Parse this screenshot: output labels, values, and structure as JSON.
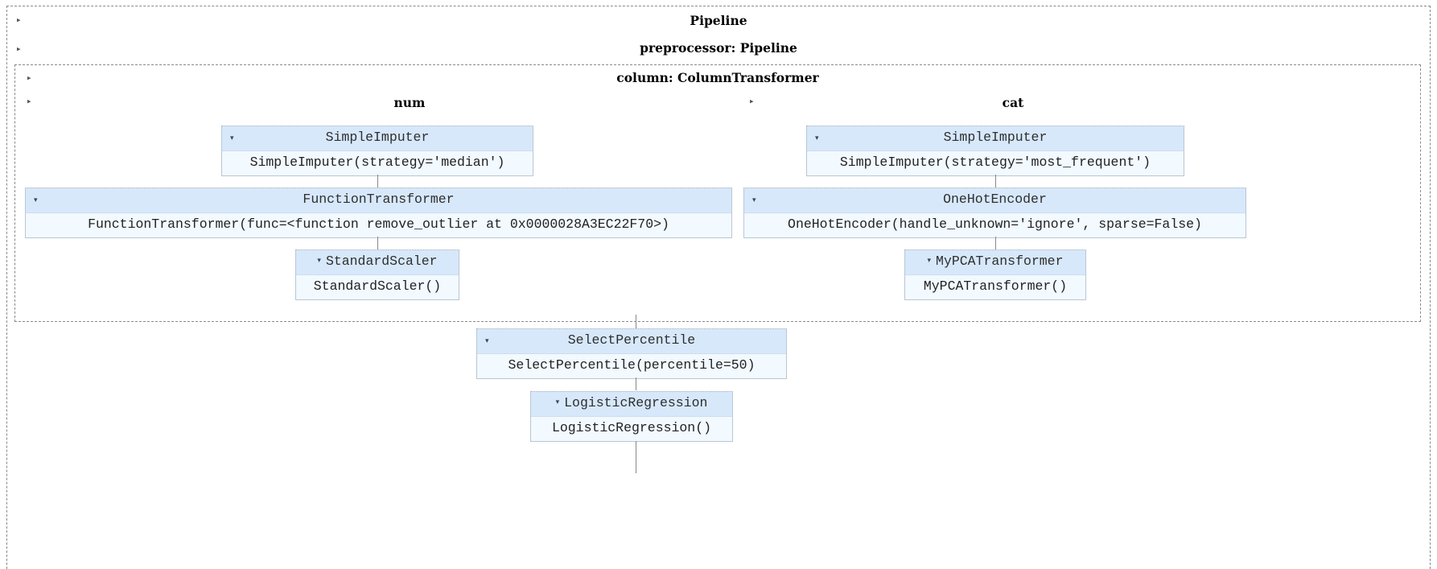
{
  "diagram": {
    "type": "sklearn-pipeline-repr",
    "root_label": "Pipeline",
    "toggle_collapsed_glyph": "▸",
    "toggle_expanded_glyph": "▾",
    "colors": {
      "header_bg": "#d7e8fb",
      "body_bg": "#f2f9ff",
      "border": "#b9c6d4",
      "dashed_border": "#8a8a8a",
      "connector": "#888888",
      "text": "#222222"
    }
  },
  "sections": {
    "pipeline": {
      "label": "Pipeline"
    },
    "preprocessor": {
      "label": "preprocessor: Pipeline"
    },
    "column": {
      "label": "column: ColumnTransformer"
    },
    "num": {
      "label": "num"
    },
    "cat": {
      "label": "cat"
    }
  },
  "estimators": {
    "num_imputer": {
      "name": "SimpleImputer",
      "repr": "SimpleImputer(strategy='median')"
    },
    "function_transformer": {
      "name": "FunctionTransformer",
      "repr": "FunctionTransformer(func=<function remove_outlier at 0x0000028A3EC22F70>)"
    },
    "standard_scaler": {
      "name": "StandardScaler",
      "repr": "StandardScaler()"
    },
    "cat_imputer": {
      "name": "SimpleImputer",
      "repr": "SimpleImputer(strategy='most_frequent')"
    },
    "one_hot_encoder": {
      "name": "OneHotEncoder",
      "repr": "OneHotEncoder(handle_unknown='ignore', sparse=False)"
    },
    "my_pca_transformer": {
      "name": "MyPCATransformer",
      "repr": "MyPCATransformer()"
    },
    "select_percentile": {
      "name": "SelectPercentile",
      "repr": "SelectPercentile(percentile=50)"
    },
    "logistic_regression": {
      "name": "LogisticRegression",
      "repr": "LogisticRegression()"
    }
  }
}
